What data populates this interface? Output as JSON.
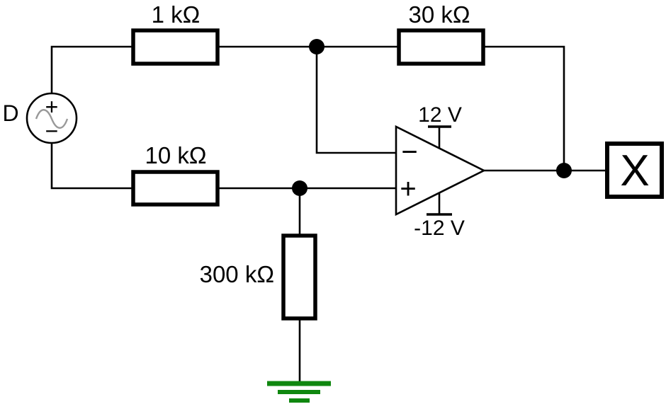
{
  "diagram": {
    "type": "circuit-schematic",
    "description": "Op-amp difference amplifier circuit with sine-wave source D and output block X",
    "colors": {
      "wire": "#000000",
      "ground": "#0f870f",
      "sine": "#999999",
      "background": "#ffffff"
    },
    "source": {
      "label": "D",
      "plus_symbol": "+",
      "minus_symbol": "−"
    },
    "resistors": {
      "r_top_left": "1 kΩ",
      "r_feedback": "30 kΩ",
      "r_bottom_left": "10 kΩ",
      "r_to_ground": "300 kΩ"
    },
    "opamp": {
      "positive_supply": "12 V",
      "negative_supply": "-12 V",
      "inverting_symbol": "−",
      "noninverting_symbol": "+"
    },
    "output": {
      "label": "X"
    }
  }
}
